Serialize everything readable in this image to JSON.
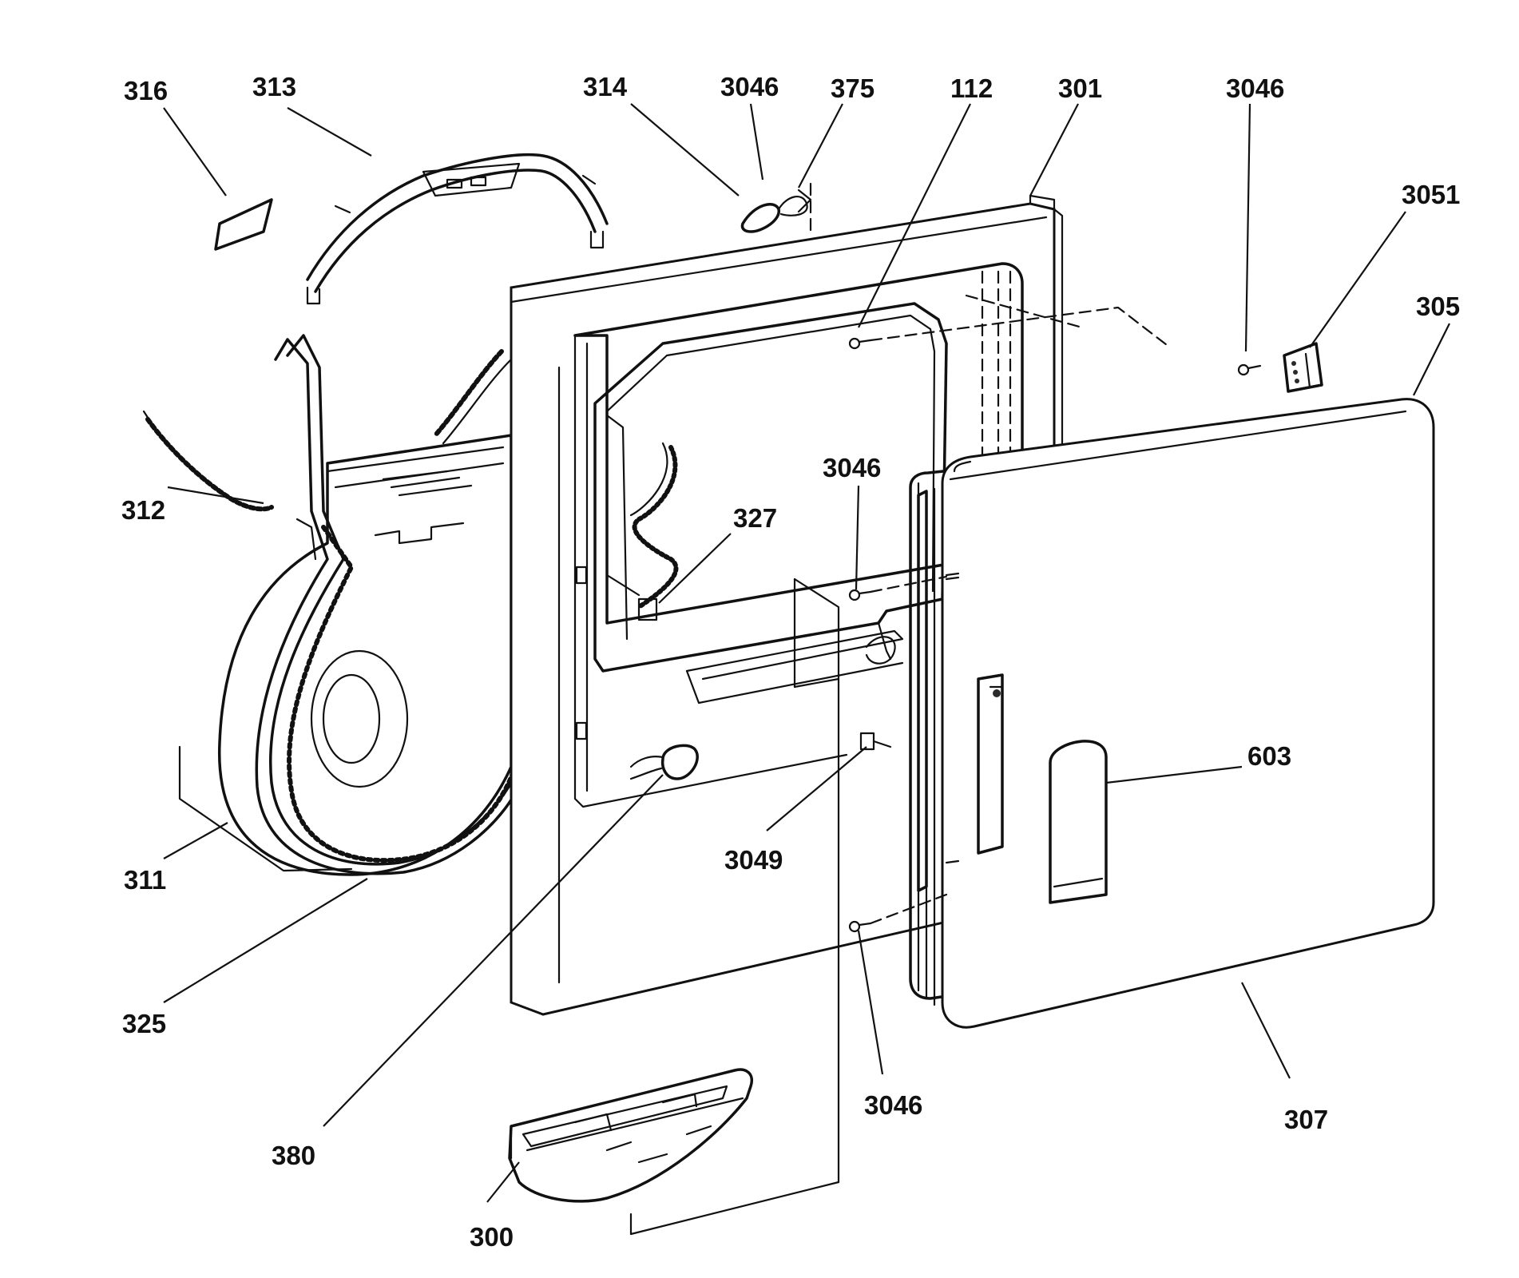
{
  "diagram": {
    "part_labels": [
      {
        "id": "316",
        "text": "316"
      },
      {
        "id": "313",
        "text": "313"
      },
      {
        "id": "314",
        "text": "314"
      },
      {
        "id": "3046a",
        "text": "3046"
      },
      {
        "id": "375",
        "text": "375"
      },
      {
        "id": "112",
        "text": "112"
      },
      {
        "id": "301",
        "text": "301"
      },
      {
        "id": "3046b",
        "text": "3046"
      },
      {
        "id": "3051",
        "text": "3051"
      },
      {
        "id": "305",
        "text": "305"
      },
      {
        "id": "312",
        "text": "312"
      },
      {
        "id": "3046c",
        "text": "3046"
      },
      {
        "id": "327",
        "text": "327"
      },
      {
        "id": "603",
        "text": "603"
      },
      {
        "id": "3049",
        "text": "3049"
      },
      {
        "id": "311",
        "text": "311"
      },
      {
        "id": "325",
        "text": "325"
      },
      {
        "id": "3046d",
        "text": "3046"
      },
      {
        "id": "307",
        "text": "307"
      },
      {
        "id": "380",
        "text": "380"
      },
      {
        "id": "300",
        "text": "300"
      }
    ]
  }
}
